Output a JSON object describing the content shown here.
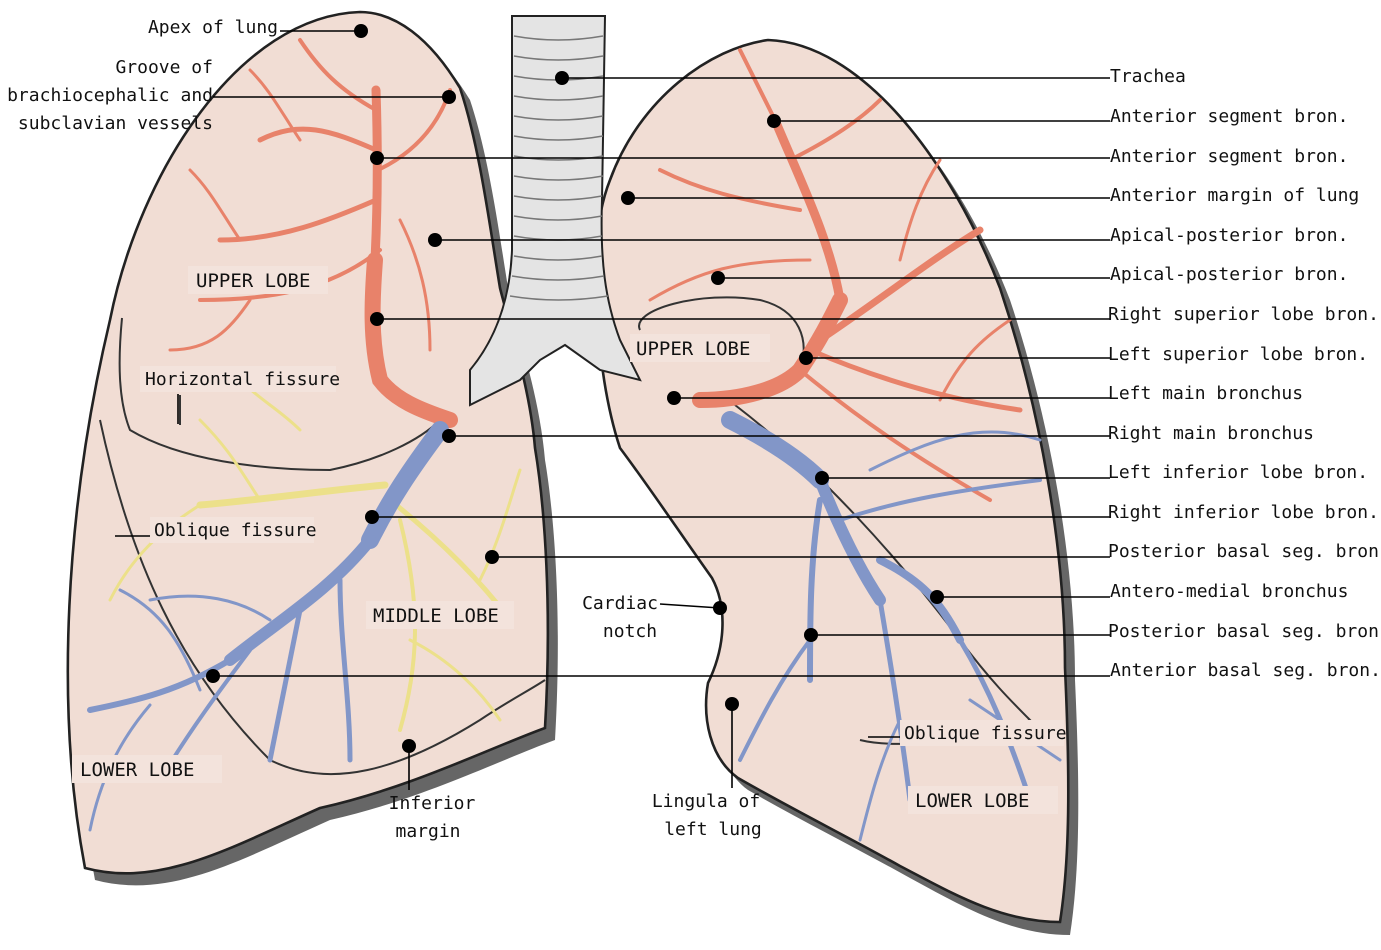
{
  "labels": {
    "apex": "Apex of lung",
    "groove_1": "Groove of",
    "groove_2": "brachiocephalic and",
    "groove_3": "subclavian vessels",
    "horizontal_fissure": "Horizontal fissure",
    "oblique_fissure_right": "Oblique fissure",
    "oblique_fissure_left": "Oblique fissure",
    "cardiac_notch_1": "Cardiac",
    "cardiac_notch_2": "notch",
    "inferior_margin_1": "Inferior",
    "inferior_margin_2": "margin",
    "lingula_1": "Lingula of",
    "lingula_2": "left lung",
    "trachea": "Trachea",
    "ant_seg_1": "Anterior segment bron.",
    "ant_seg_2": "Anterior segment bron.",
    "ant_margin": "Anterior margin of lung",
    "apical_post_1": "Apical-posterior bron.",
    "apical_post_2": "Apical-posterior bron.",
    "right_sup_lobe": "Right superior lobe bron.",
    "left_sup_lobe": "Left superior lobe bron.",
    "left_main": "Left main bronchus",
    "right_main": "Right main bronchus",
    "left_inf_lobe": "Left inferior lobe bron.",
    "right_inf_lobe": "Right inferior lobe bron.",
    "post_basal_1": "Posterior basal seg. bron.",
    "antero_medial": "Antero-medial bronchus",
    "post_basal_2": "Posterior basal seg. bron.",
    "ant_basal": "Anterior basal seg. bron."
  },
  "lobes": {
    "right_upper": "UPPER LOBE",
    "right_middle": "MIDDLE LOBE",
    "right_lower": "LOWER LOBE",
    "left_upper": "UPPER LOBE",
    "left_lower": "LOWER LOBE"
  },
  "colors": {
    "lung_tissue": "#f1ddd4",
    "lung_shadow": "#666666",
    "upper_bronchi": "#e8826a",
    "middle_bronchi": "#ece08a",
    "lower_bronchi": "#8296c8",
    "trachea": "#e4e4e4"
  }
}
